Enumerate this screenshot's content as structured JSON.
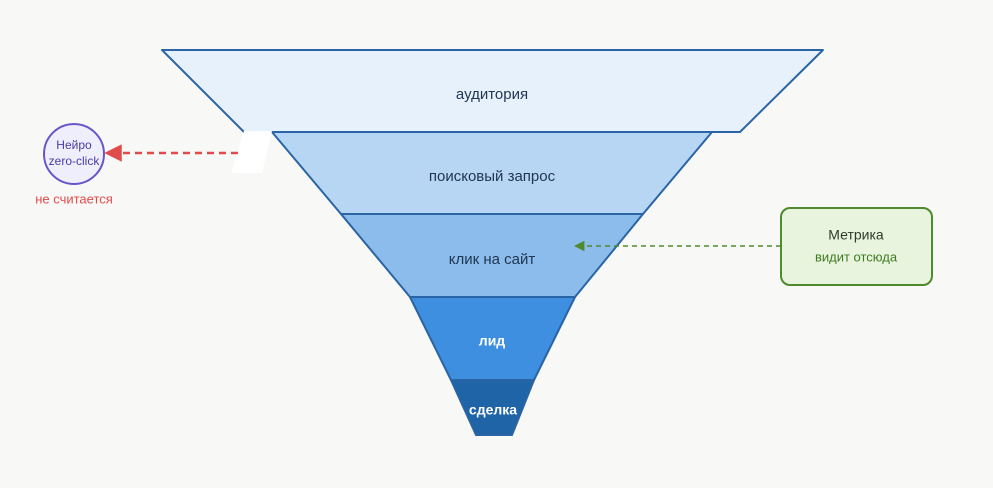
{
  "funnel": {
    "stages": [
      {
        "label": "аудитория",
        "fill": "#e7f1fb",
        "text_color": "#1f3550",
        "bold": false
      },
      {
        "label": "поисковый запрос",
        "fill": "#b7d6f4",
        "text_color": "#1f3550",
        "bold": false
      },
      {
        "label": "клик на сайт",
        "fill": "#8cbcec",
        "text_color": "#1f3550",
        "bold": false
      },
      {
        "label": "лид",
        "fill": "#3e8fdf",
        "text_color": "#ffffff",
        "bold": true
      },
      {
        "label": "сделка",
        "fill": "#1f64a6",
        "text_color": "#ffffff",
        "bold": true
      }
    ],
    "stroke_color": "#2a64a4"
  },
  "zero_click": {
    "line1": "Нейро",
    "line2": "zero-click",
    "note": "не считается",
    "circle_fill": "#eeeefc",
    "circle_stroke": "#6a55c8",
    "text_color": "#4b3aa8",
    "note_color": "#e04b4b",
    "arrow_color": "#e04b4b"
  },
  "metrika": {
    "title": "Метрика",
    "subtitle": "видит отсюда",
    "box_fill": "#e9f4df",
    "box_stroke": "#4f8a2e",
    "title_color": "#2f3b28",
    "subtitle_color": "#3f7a22",
    "arrow_color": "#4f8a2e"
  }
}
